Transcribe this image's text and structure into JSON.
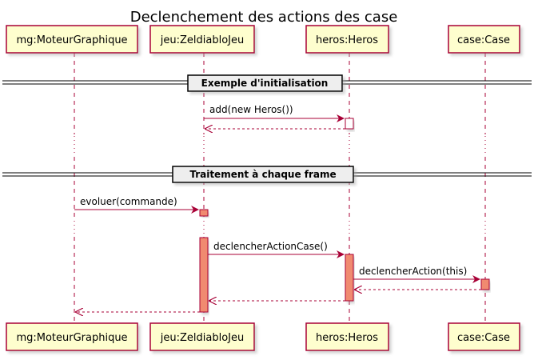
{
  "title": "Declenchement des actions des case",
  "colors": {
    "participant_fill": "#FEFECE",
    "participant_stroke": "#A80036",
    "lifeline": "#A80036",
    "arrow": "#A80036",
    "activation_white": "#FFFFFF",
    "activation_salmon": "#F08A70",
    "divider_fill": "#EEEEEE"
  },
  "participants": [
    {
      "id": "mg",
      "label": "mg:MoteurGraphique"
    },
    {
      "id": "jeu",
      "label": "jeu:ZeldiabloJeu"
    },
    {
      "id": "heros",
      "label": "heros:Heros"
    },
    {
      "id": "case",
      "label": "case:Case"
    }
  ],
  "dividers": [
    {
      "label": "Exemple d'initialisation"
    },
    {
      "label": "Traitement à chaque frame"
    }
  ],
  "messages": [
    {
      "label": "add(new Heros())"
    },
    {
      "label": "evoluer(commande)"
    },
    {
      "label": "declencherActionCase()"
    },
    {
      "label": "declencherAction(this)"
    }
  ]
}
